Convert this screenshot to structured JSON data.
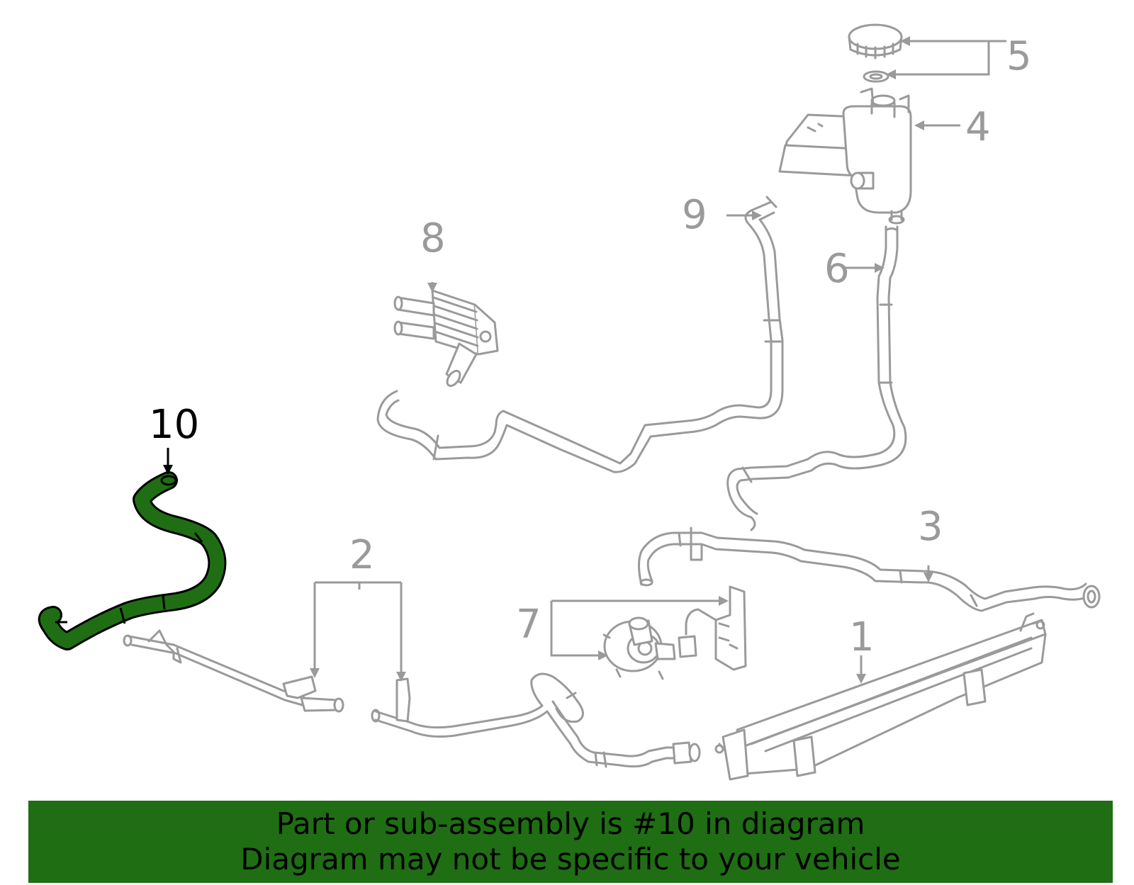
{
  "callouts": {
    "c1": "1",
    "c2": "2",
    "c3": "3",
    "c4": "4",
    "c5": "5",
    "c6": "6",
    "c7": "7",
    "c8": "8",
    "c9": "9",
    "c10": "10"
  },
  "highlighted_part": "10",
  "colors": {
    "line_art": "#9a9a9a",
    "highlight_fill": "#1f6e14",
    "highlight_outline": "#000000",
    "banner_background": "#1f6e14",
    "banner_text": "#000000"
  },
  "banner": {
    "line1": "Part or sub-assembly is #10 in diagram",
    "line2": "Diagram may not be specific to your vehicle"
  }
}
